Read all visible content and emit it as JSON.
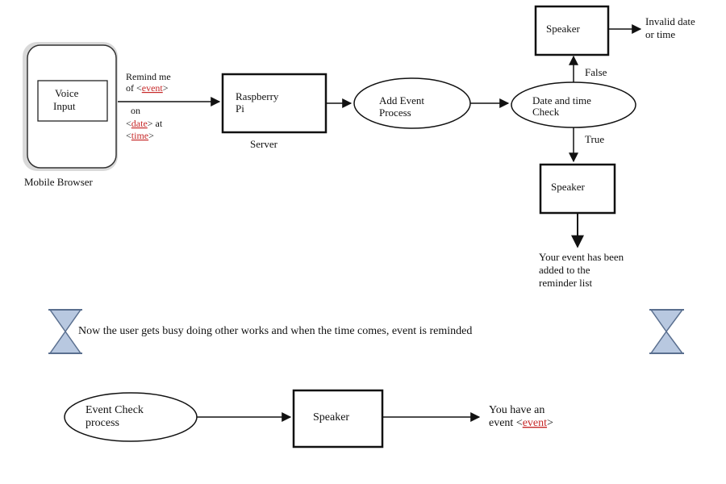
{
  "mobile": {
    "voice_input_line1": "Voice",
    "voice_input_line2": "Input",
    "caption": "Mobile Browser"
  },
  "request": {
    "line1": "Remind me",
    "line2_prefix": "of <",
    "line2_link": "event",
    "line2_suffix": ">",
    "line3": "on",
    "line4_prefix": "<",
    "line4_link": "date",
    "line4_suffix": "> at",
    "line5_prefix": "<",
    "line5_link": "time",
    "line5_suffix": ">"
  },
  "raspberry": {
    "line1": "Raspberry",
    "line2": "Pi",
    "caption": "Server"
  },
  "add_event": {
    "line1": "Add Event",
    "line2": "Process"
  },
  "date_check": {
    "line1": "Date and time",
    "line2": "Check"
  },
  "speaker_top": {
    "label": "Speaker"
  },
  "invalid": {
    "line1": "Invalid date",
    "line2": "or time"
  },
  "false_label": "False",
  "true_label": "True",
  "speaker_mid": {
    "label": "Speaker"
  },
  "added": {
    "line1": "Your event has been",
    "line2": "added to the",
    "line3": "reminder list"
  },
  "banner": {
    "text": "Now the user gets busy doing other works and when the time comes, event is reminded"
  },
  "event_check": {
    "line1": "Event Check",
    "line2": "process"
  },
  "speaker_bottom": {
    "label": "Speaker"
  },
  "output": {
    "line1": "You have an",
    "line2_prefix": "event <",
    "line2_link": "event",
    "line2_suffix": ">"
  },
  "colors": {
    "hourglass_fill": "#b8c8e0",
    "hourglass_stroke": "#5a6f8f",
    "link": "#c62828"
  }
}
